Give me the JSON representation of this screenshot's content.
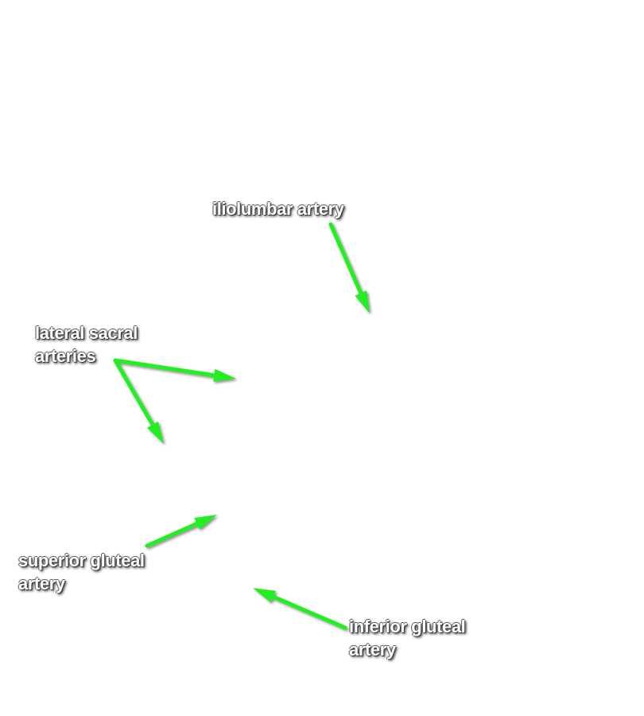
{
  "labels": {
    "iliolumbar": {
      "line1": "iliolumbar artery"
    },
    "lateral_sacral": {
      "line1": "lateral sacral",
      "line2": "arteries"
    },
    "superior_gluteal": {
      "line1": "superior gluteal",
      "line2": "artery"
    },
    "inferior_gluteal": {
      "line1": "inferior gluteal",
      "line2": "artery"
    }
  },
  "colors": {
    "arrow": "#22ee22",
    "label_text": "#ffffff",
    "background": "#ffffff"
  }
}
